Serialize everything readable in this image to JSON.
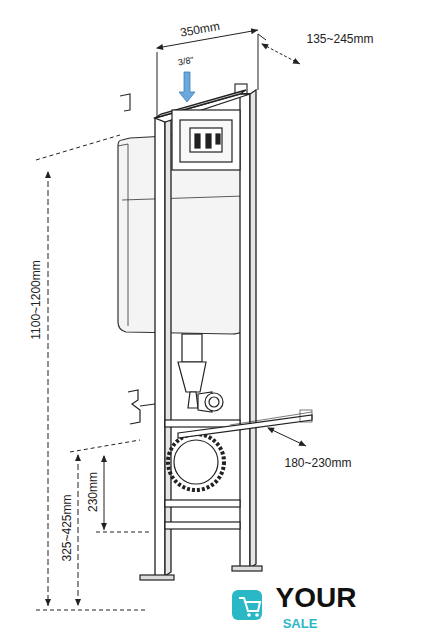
{
  "diagram": {
    "labels": [
      "350mm",
      "135~245mm",
      "3/8\"",
      "1100~1200mm",
      "325~425mm",
      "230mm",
      "180~230mm",
      "YOUR",
      "SALE"
    ]
  }
}
